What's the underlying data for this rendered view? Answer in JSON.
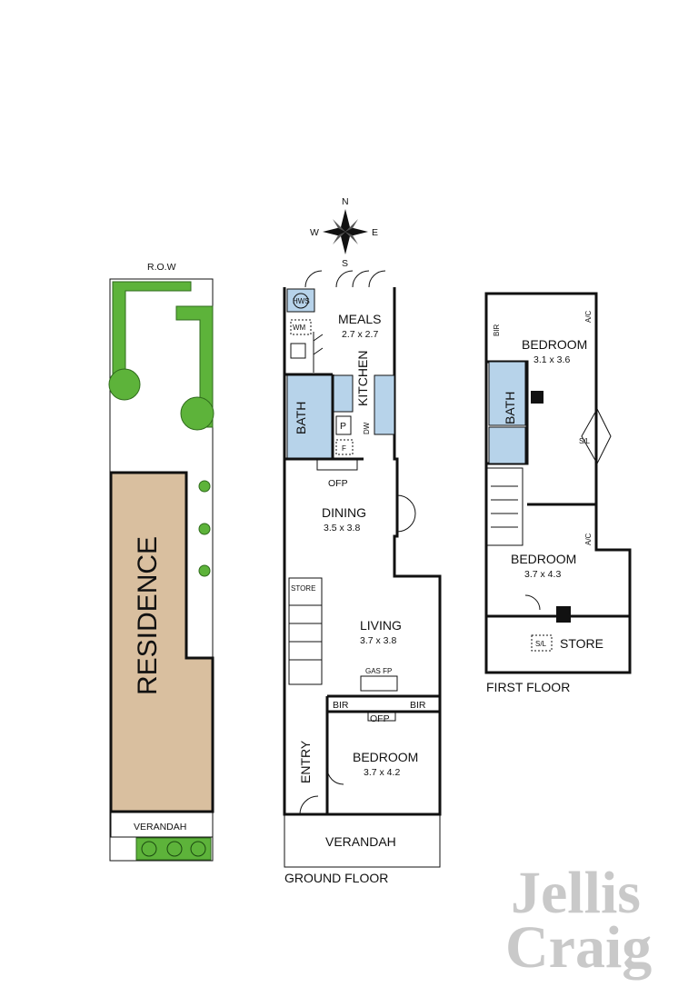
{
  "compass": {
    "n": "N",
    "s": "S",
    "e": "E",
    "w": "W"
  },
  "site": {
    "row_label": "R.O.W",
    "residence_label": "RESIDENCE",
    "verandah_label": "VERANDAH",
    "residence_color": "#d9bf9f",
    "garden_color": "#5db33a"
  },
  "ground_floor": {
    "title": "GROUND FLOOR",
    "meals": {
      "name": "MEALS",
      "dims": "2.7 x 2.7"
    },
    "kitchen": "KITCHEN",
    "bath": "BATH",
    "dining": {
      "name": "DINING",
      "dims": "3.5 x 3.8"
    },
    "living": {
      "name": "LIVING",
      "dims": "3.7 x 3.8"
    },
    "bedroom": {
      "name": "BEDROOM",
      "dims": "3.7 x 4.2"
    },
    "entry": "ENTRY",
    "verandah": "VERANDAH",
    "store": "STORE",
    "gas_fp": "GAS FP",
    "ofp_dining": "OFP",
    "ofp_bedroom": "OFP",
    "bir_left": "BIR",
    "bir_right": "BIR",
    "hws": "HWS",
    "wm": "WM",
    "dw": "DW",
    "p": "P",
    "f": "F"
  },
  "first_floor": {
    "title": "FIRST FLOOR",
    "bedroom_top": {
      "name": "BEDROOM",
      "dims": "3.1 x 3.6"
    },
    "bedroom_mid": {
      "name": "BEDROOM",
      "dims": "3.7 x 4.3"
    },
    "bath": "BATH",
    "bir": "BIR",
    "ac_top": "A/C",
    "ac_mid": "A/C",
    "sl_landing": "S/L",
    "sl_store": "S/L",
    "store": "STORE",
    "wet_color": "#b7d3ea"
  },
  "brand": {
    "line1": "Jellis",
    "line2": "Craig",
    "color": "#c9c9c9"
  }
}
